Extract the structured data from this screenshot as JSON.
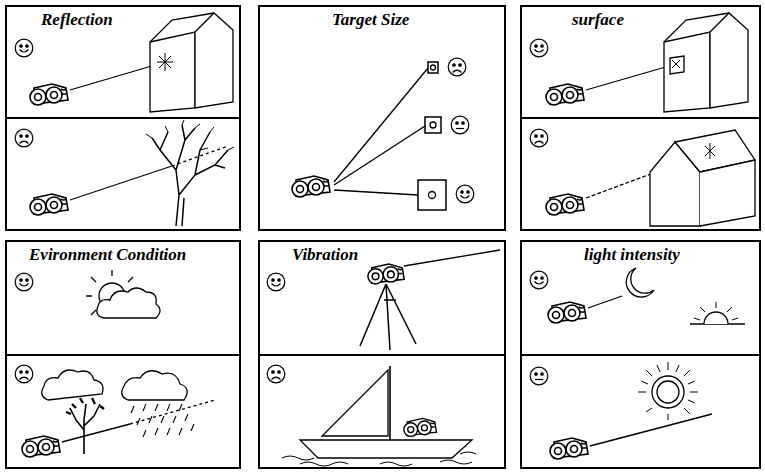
{
  "diagram": {
    "nodes": [
      {
        "text": [
          "Reflection"
        ]
      },
      {
        "text": [
          "Target Size"
        ]
      },
      {
        "text": [
          "surface"
        ]
      },
      {
        "text": [
          "Evironment Condition"
        ]
      },
      {
        "text": [
          "Vibration"
        ]
      },
      {
        "text": [
          "light intensity"
        ]
      }
    ]
  }
}
